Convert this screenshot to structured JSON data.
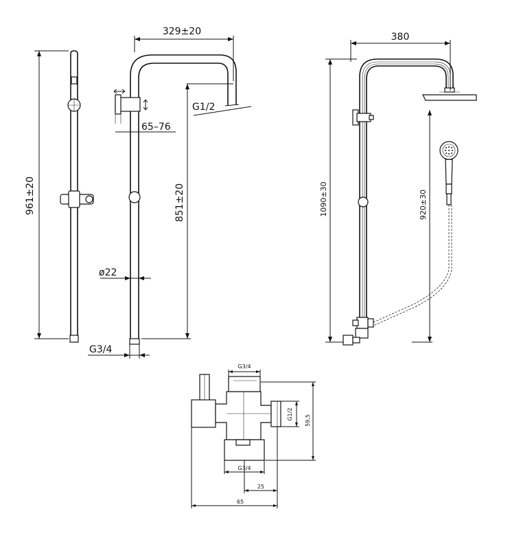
{
  "front_view": {
    "total_height": "961±20",
    "arm_reach": "329±20",
    "outlet_thread": "G1/2",
    "bracket_range": "65–76",
    "inlet_height": "851±20",
    "tube_diameter": "ø22",
    "inlet_thread": "G3/4"
  },
  "side_view": {
    "arm_reach": "380",
    "total_height": "1090±30",
    "hand_shower_height": "920±30"
  },
  "diverter_detail": {
    "top_thread": "G3/4",
    "side_thread": "G1/2",
    "height": "59,5",
    "bottom_thread": "G3/4",
    "offset": "25",
    "width": "65"
  },
  "colors": {
    "line": "#111111",
    "background": "#ffffff"
  }
}
